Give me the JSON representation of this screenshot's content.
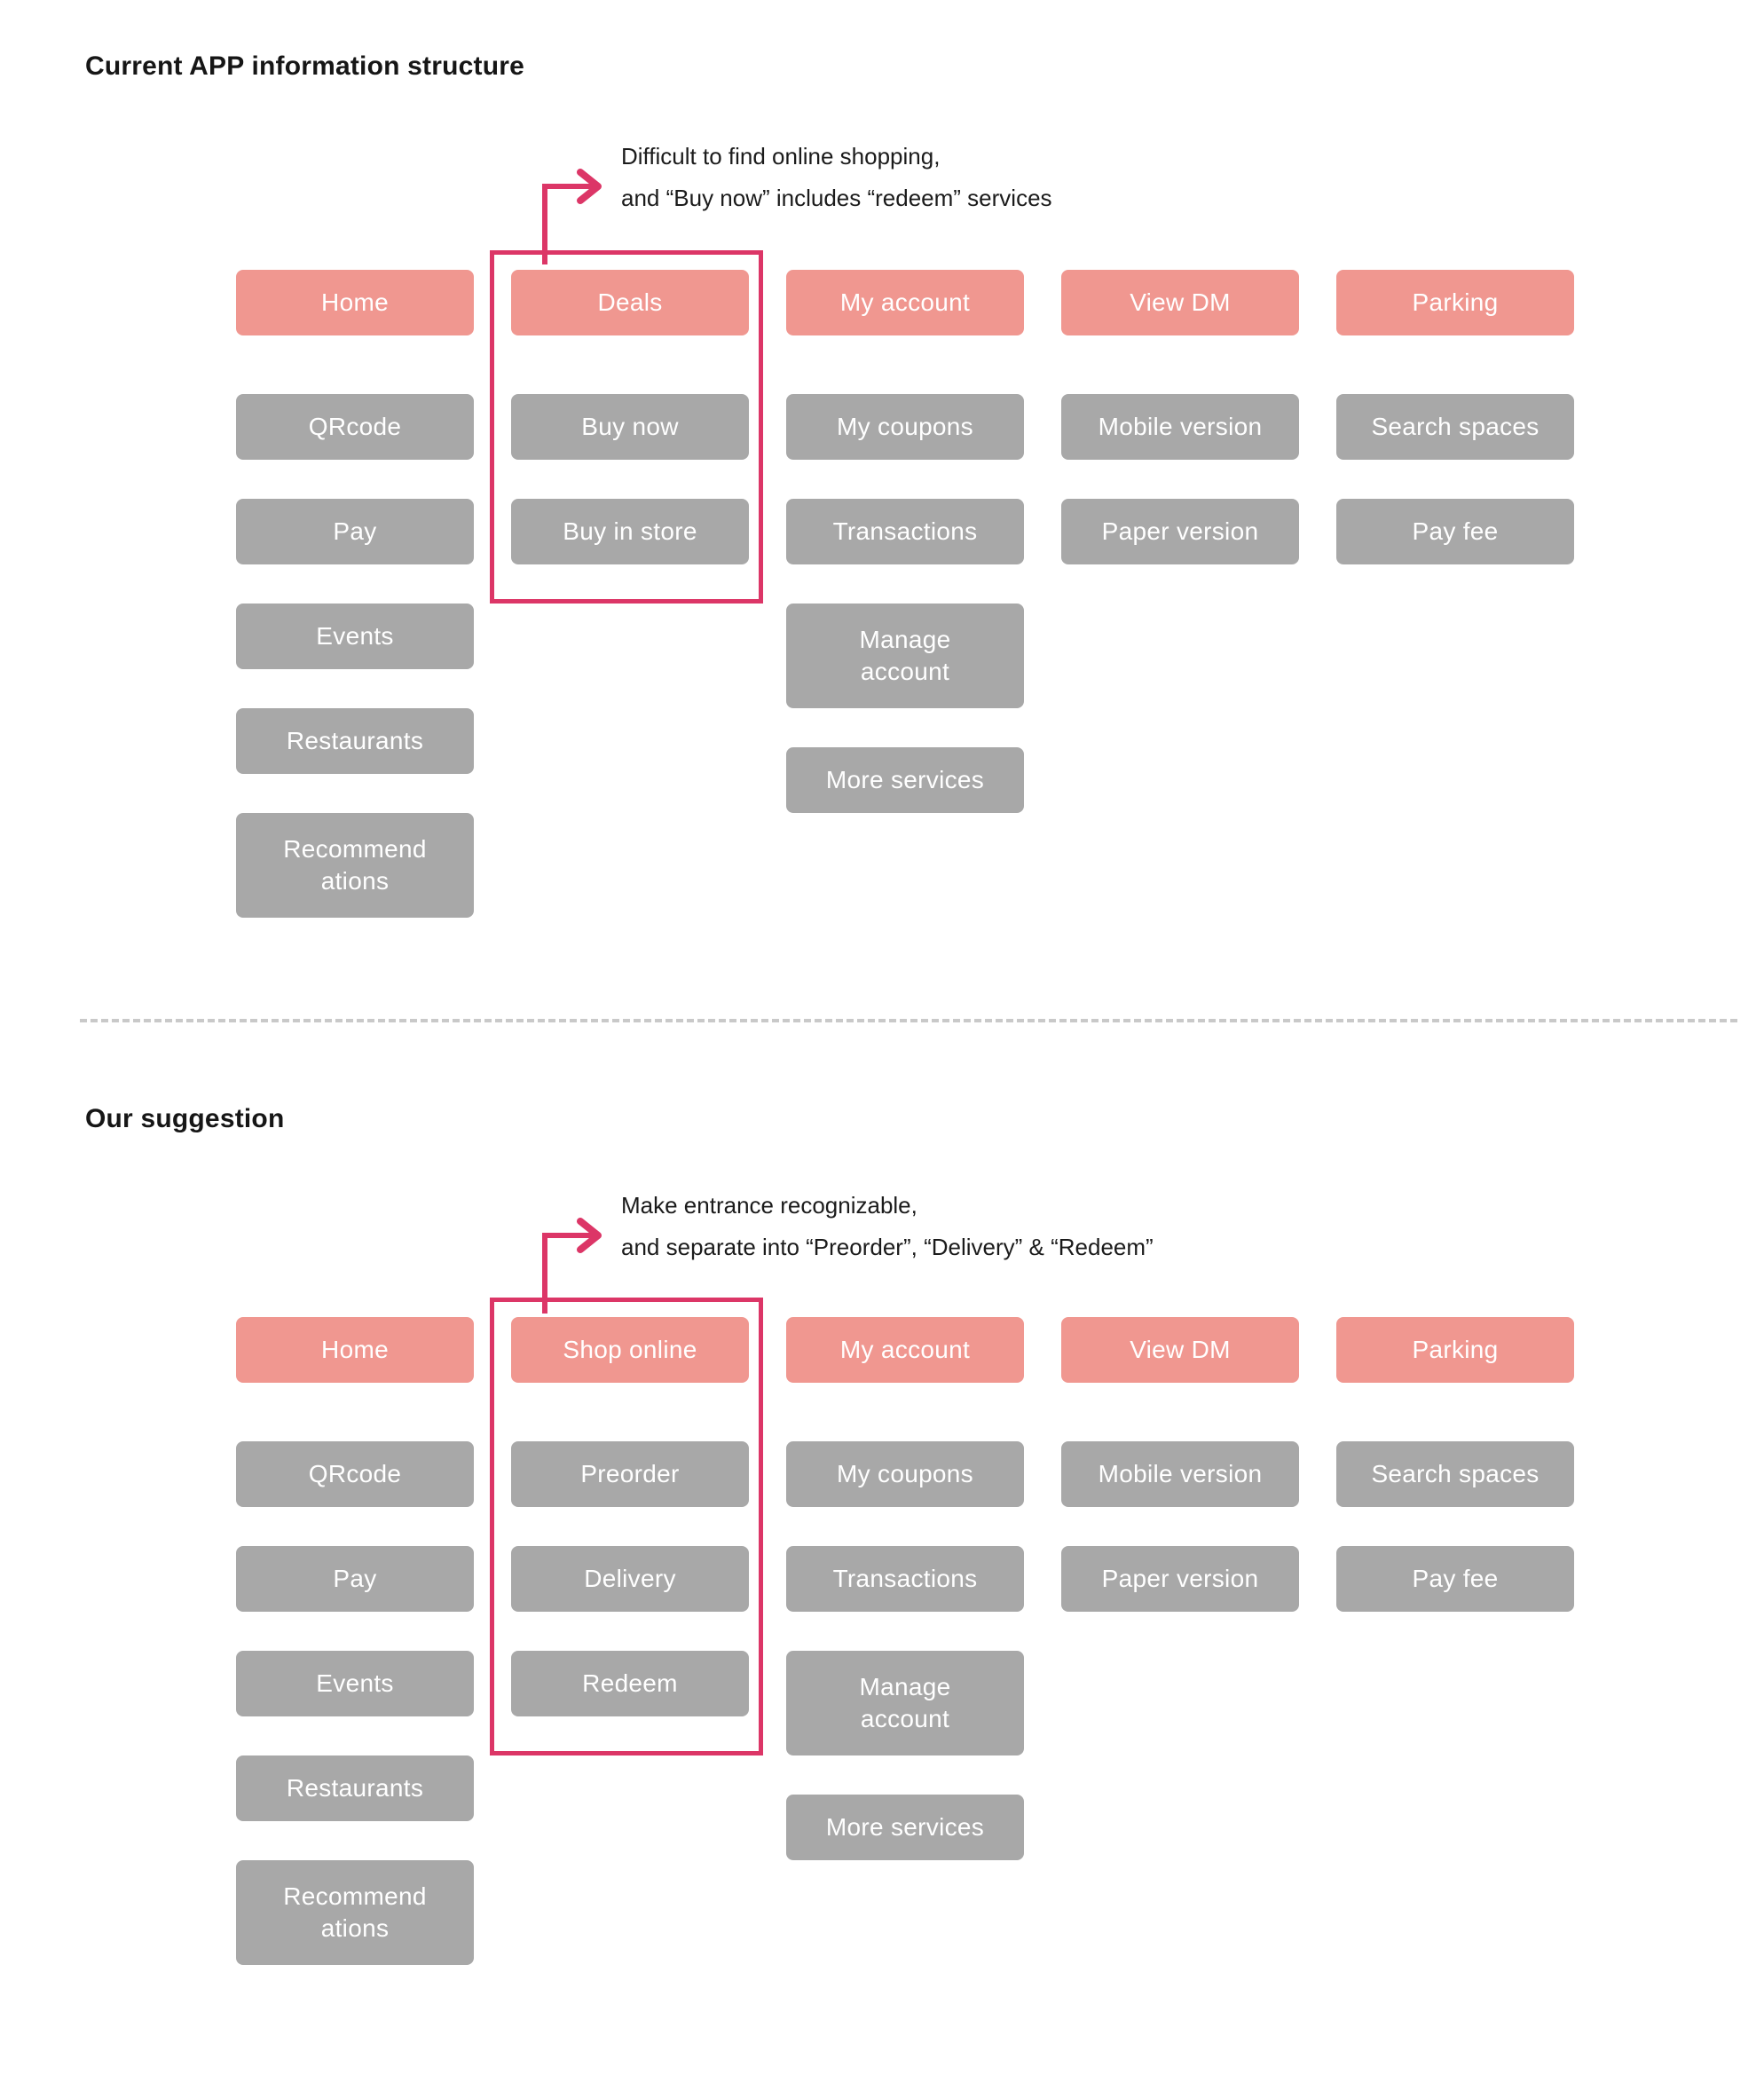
{
  "page": {
    "background": "#ffffff",
    "accent_primary": "#F09790",
    "accent_secondary": "#A8A8A8",
    "accent_highlight": "#DC3667",
    "divider_color": "#C9C9C9"
  },
  "sections": [
    {
      "id": "current",
      "title": "Current APP information structure",
      "callout": {
        "line1": "Difficult to find online shopping,",
        "line2": "and “Buy now” includes “redeem” services"
      },
      "columns": [
        {
          "id": "home",
          "root": "Home",
          "children": [
            "QRcode",
            "Pay",
            "Events",
            "Restaurants",
            "Recommend\nations"
          ]
        },
        {
          "id": "deals",
          "root": "Deals",
          "children": [
            "Buy now",
            "Buy in store"
          ],
          "highlighted": true
        },
        {
          "id": "my-account",
          "root": "My account",
          "children": [
            "My coupons",
            "Transactions",
            "Manage\naccount",
            "More services"
          ]
        },
        {
          "id": "view-dm",
          "root": "View DM",
          "children": [
            "Mobile version",
            "Paper version"
          ]
        },
        {
          "id": "parking",
          "root": "Parking",
          "children": [
            "Search spaces",
            "Pay fee"
          ]
        }
      ]
    },
    {
      "id": "suggestion",
      "title": "Our suggestion",
      "callout": {
        "line1": "Make entrance recognizable,",
        "line2": "and separate into “Preorder”, “Delivery” & “Redeem”"
      },
      "columns": [
        {
          "id": "home",
          "root": "Home",
          "children": [
            "QRcode",
            "Pay",
            "Events",
            "Restaurants",
            "Recommend\nations"
          ]
        },
        {
          "id": "shop-online",
          "root": "Shop online",
          "children": [
            "Preorder",
            "Delivery",
            "Redeem"
          ],
          "highlighted": true
        },
        {
          "id": "my-account",
          "root": "My account",
          "children": [
            "My coupons",
            "Transactions",
            "Manage\naccount",
            "More services"
          ]
        },
        {
          "id": "view-dm",
          "root": "View DM",
          "children": [
            "Mobile version",
            "Paper version"
          ]
        },
        {
          "id": "parking",
          "root": "Parking",
          "children": [
            "Search spaces",
            "Pay fee"
          ]
        }
      ]
    }
  ]
}
